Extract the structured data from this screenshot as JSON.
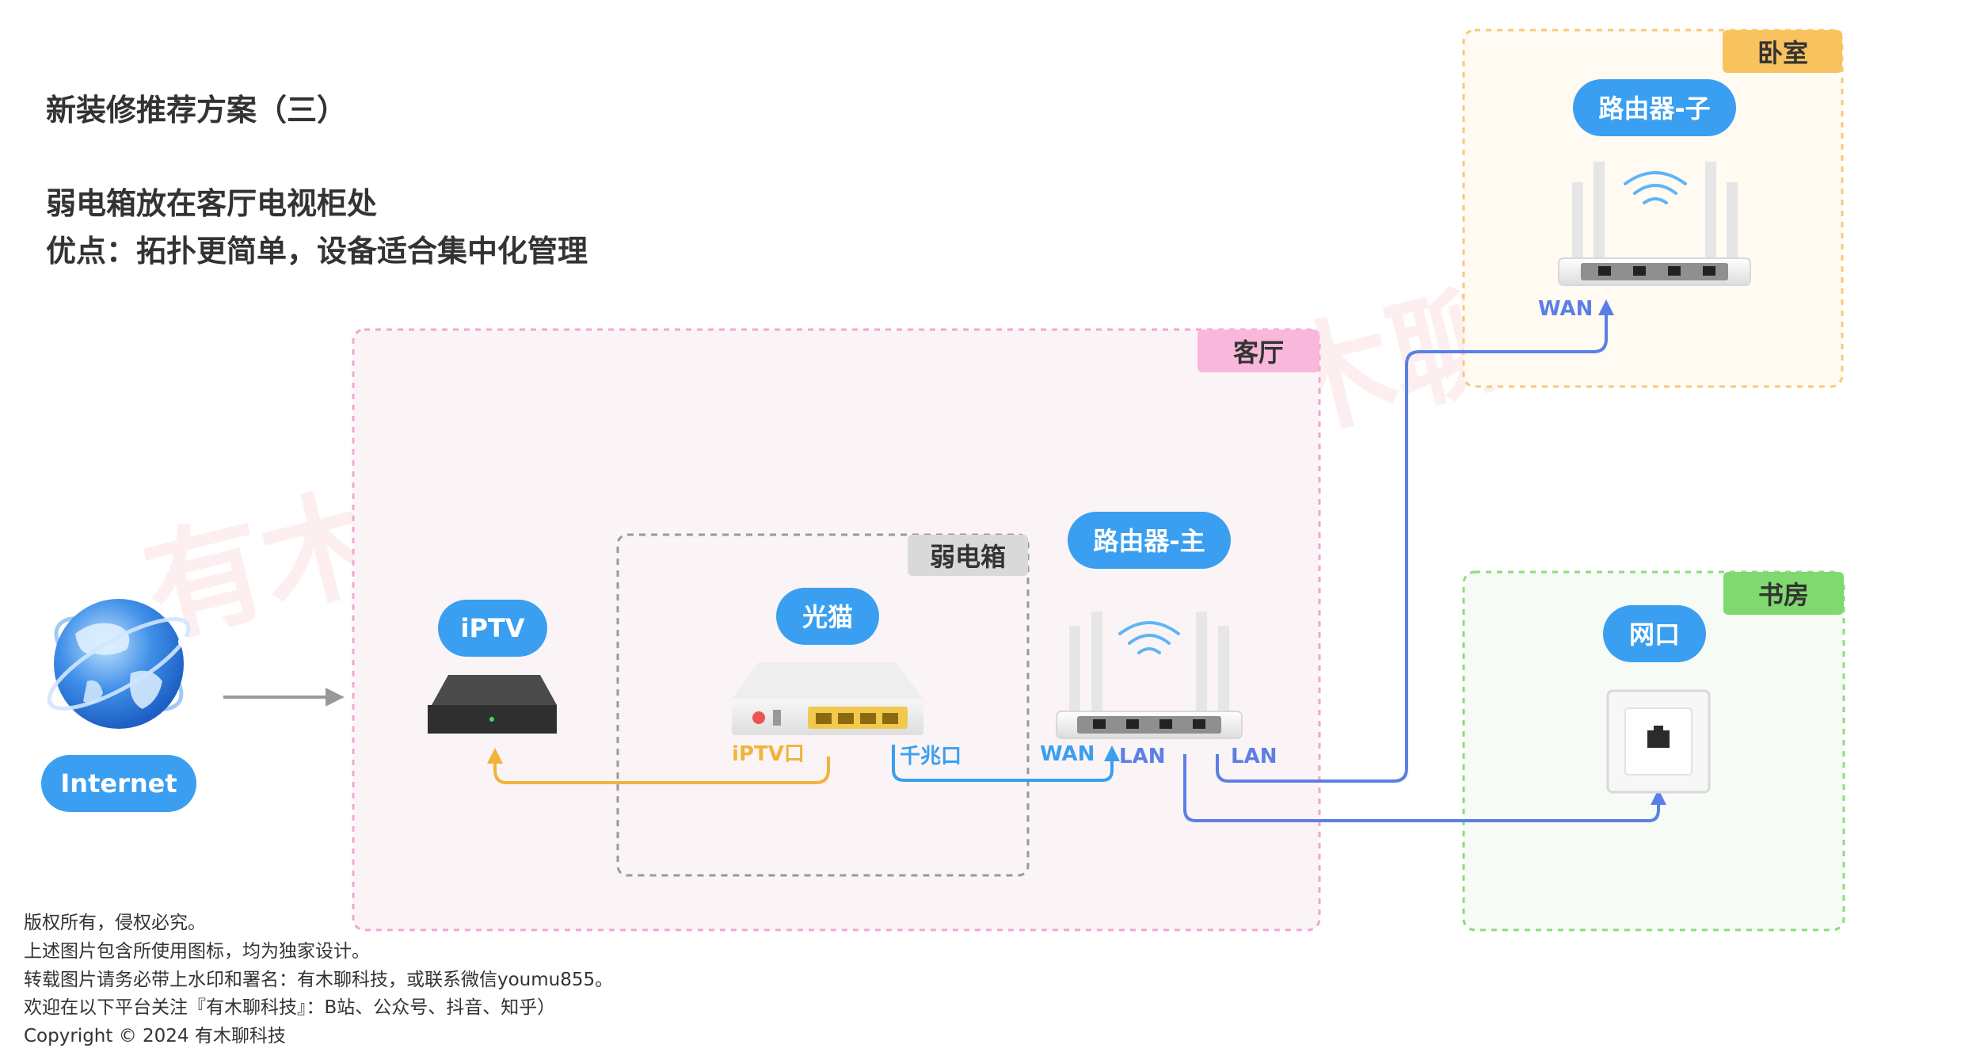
{
  "title": "新装修推荐方案（三）",
  "subtitle_line1": "弱电箱放在客厅电视柜处",
  "subtitle_line2": "优点：拓扑更简单，设备适合集中化管理",
  "rooms": {
    "living_room": "客厅",
    "bedroom": "卧室",
    "study": "书房",
    "weak_box": "弱电箱"
  },
  "devices": {
    "internet": "Internet",
    "iptv": "iPTV",
    "modem": "光猫",
    "router_main": "路由器-主",
    "router_sub": "路由器-子",
    "wall_port": "网口"
  },
  "ports": {
    "modem_iptv": "iPTV口",
    "modem_gigabit": "千兆口",
    "main_wan": "WAN",
    "main_lan_1": "LAN",
    "main_lan_2": "LAN",
    "sub_wan": "WAN"
  },
  "watermark": "有木聊科技",
  "footer": [
    "版权所有，侵权必究。",
    "上述图片包含所使用图标，均为独家设计。",
    "转载图片请务必带上水印和署名：有木聊科技，或联系微信youmu855。",
    "欢迎在以下平台关注『有木聊科技』：B站、公众号、抖音、知乎）",
    "Copyright © 2024 有木聊科技"
  ],
  "colors": {
    "pill_blue": "#3a9ff0",
    "living_border": "#f2a6d4",
    "living_tag": "#f9b7dc",
    "bedroom_border": "#f6c97a",
    "bedroom_tag": "#f8c25f",
    "study_border": "#8edb7c",
    "study_tag": "#7fd96f",
    "weakbox_tag": "#d9d9d9",
    "iptv_line": "#f2b33d",
    "gigabit_line": "#3a9ff0",
    "lan_line": "#5b7fe6"
  }
}
